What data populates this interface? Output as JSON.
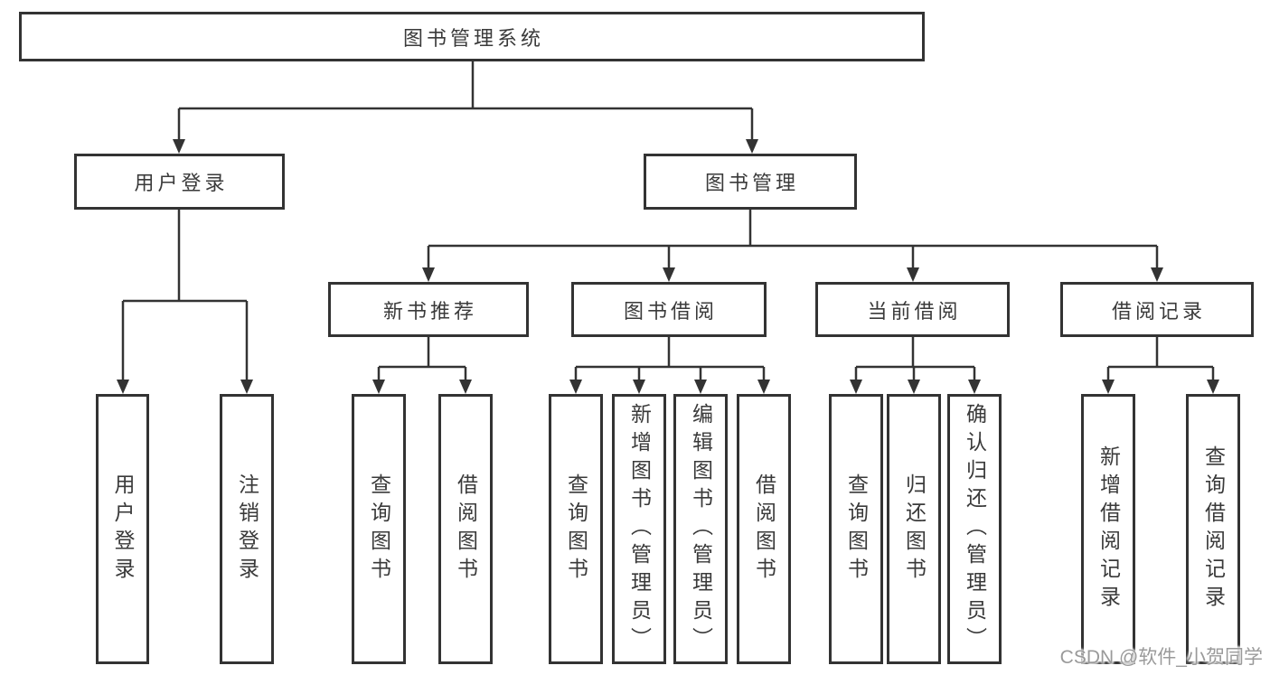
{
  "diagram": {
    "root_label": "图书管理系统",
    "branches": [
      {
        "label": "用户登录",
        "children": [
          {
            "label": "用户登录"
          },
          {
            "label": "注销登录"
          }
        ]
      },
      {
        "label": "图书管理",
        "children": [
          {
            "label": "新书推荐",
            "children": [
              {
                "label": "查询图书"
              },
              {
                "label": "借阅图书"
              }
            ]
          },
          {
            "label": "图书借阅",
            "children": [
              {
                "label": "查询图书"
              },
              {
                "label": "新增图书（管理员）"
              },
              {
                "label": "编辑图书（管理员）"
              },
              {
                "label": "借阅图书"
              }
            ]
          },
          {
            "label": "当前借阅",
            "children": [
              {
                "label": "查询图书"
              },
              {
                "label": "归还图书"
              },
              {
                "label": "确认归还（管理员）"
              }
            ]
          },
          {
            "label": "借阅记录",
            "children": [
              {
                "label": "新增借阅记录"
              },
              {
                "label": "查询借阅记录"
              }
            ]
          }
        ]
      }
    ]
  },
  "watermark": {
    "text": "CSDN @软件_小贺同学"
  },
  "colors": {
    "line": "#333333",
    "text": "#3a3a3a",
    "background": "#ffffff",
    "watermark": "#9a9a9a"
  }
}
